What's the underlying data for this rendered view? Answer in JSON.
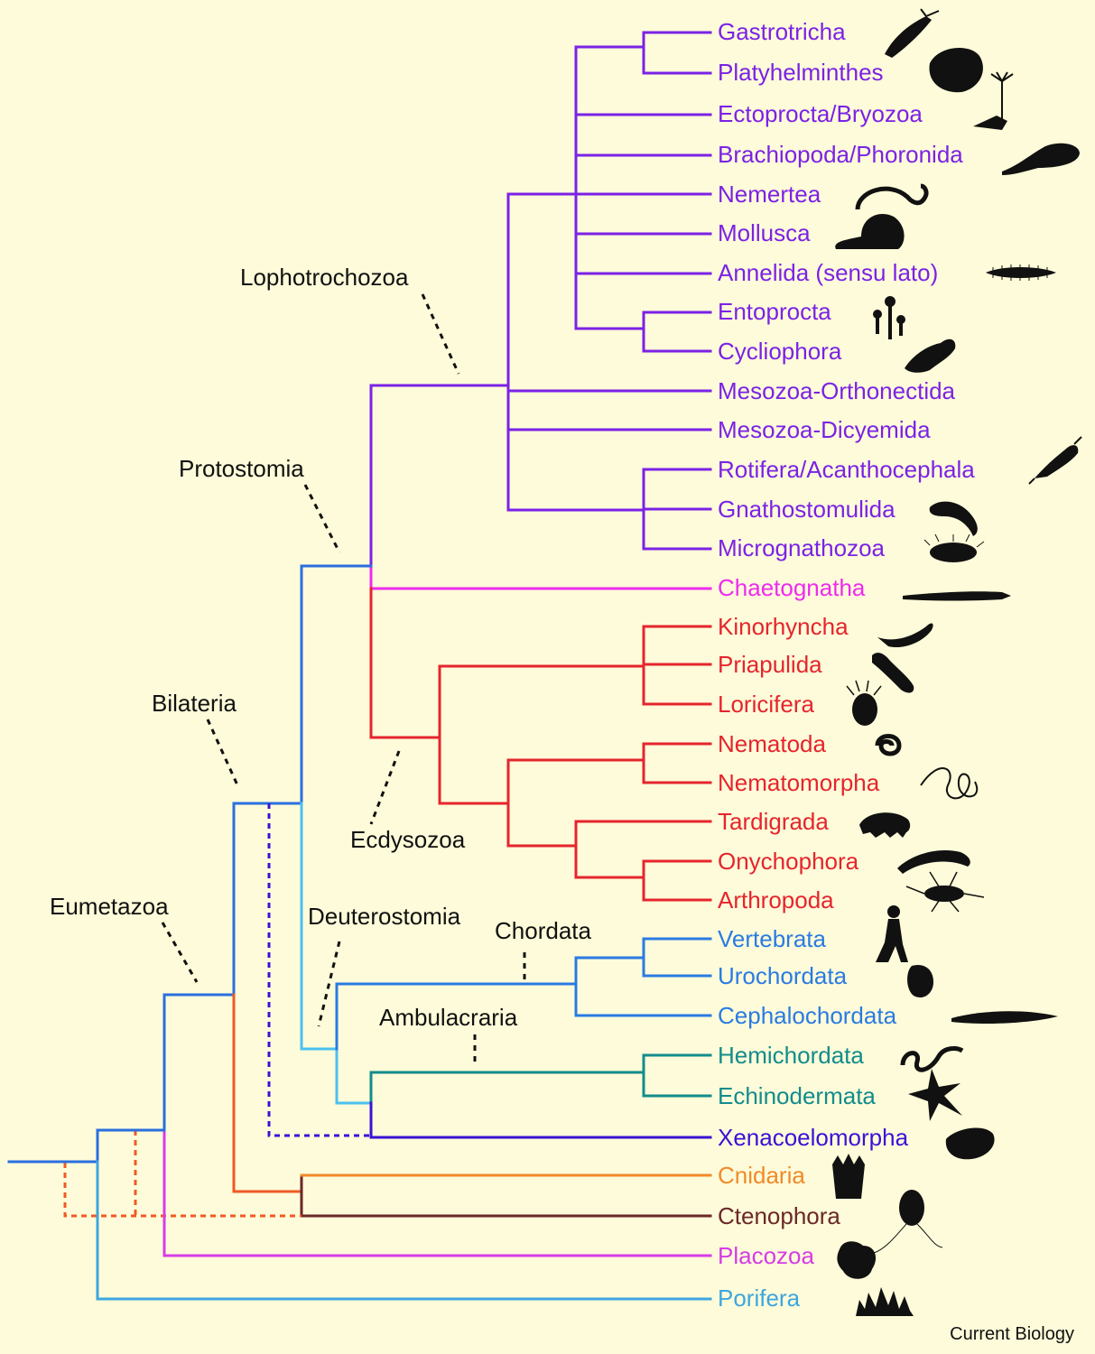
{
  "taxa": [
    {
      "id": "gastrotricha",
      "label": "Gastrotricha",
      "color": "#7b22e6",
      "icon": "gastrotrich-silhouette-icon"
    },
    {
      "id": "platyhelminthes",
      "label": "Platyhelminthes",
      "color": "#7b22e6",
      "icon": "flatworm-silhouette-icon"
    },
    {
      "id": "ectoprocta",
      "label": "Ectoprocta/Bryozoa",
      "color": "#7b22e6",
      "icon": "bryozoan-silhouette-icon"
    },
    {
      "id": "brachiopoda",
      "label": "Brachiopoda/Phoronida",
      "color": "#7b22e6",
      "icon": "brachiopod-silhouette-icon"
    },
    {
      "id": "nemertea",
      "label": "Nemertea",
      "color": "#7b22e6",
      "icon": "ribbon-worm-silhouette-icon"
    },
    {
      "id": "mollusca",
      "label": "Mollusca",
      "color": "#7b22e6",
      "icon": "snail-silhouette-icon"
    },
    {
      "id": "annelida",
      "label": "Annelida (sensu lato)",
      "color": "#7b22e6",
      "icon": "segmented-worm-silhouette-icon"
    },
    {
      "id": "entoprocta",
      "label": "Entoprocta",
      "color": "#7b22e6",
      "icon": "entoproct-silhouette-icon"
    },
    {
      "id": "cycliophora",
      "label": "Cycliophora",
      "color": "#7b22e6",
      "icon": "cycliophoran-silhouette-icon"
    },
    {
      "id": "orthonectida",
      "label": "Mesozoa-Orthonectida",
      "color": "#7b22e6",
      "icon": ""
    },
    {
      "id": "dicyemida",
      "label": "Mesozoa-Dicyemida",
      "color": "#7b22e6",
      "icon": ""
    },
    {
      "id": "rotifera",
      "label": "Rotifera/Acanthocephala",
      "color": "#7b22e6",
      "icon": "rotifer-silhouette-icon"
    },
    {
      "id": "gnathostomulida",
      "label": "Gnathostomulida",
      "color": "#7b22e6",
      "icon": "jaw-worm-silhouette-icon"
    },
    {
      "id": "micrognathozoa",
      "label": "Micrognathozoa",
      "color": "#7b22e6",
      "icon": "micrognathozoan-silhouette-icon"
    },
    {
      "id": "chaetognatha",
      "label": "Chaetognatha",
      "color": "#ee2bee",
      "icon": "arrow-worm-silhouette-icon"
    },
    {
      "id": "kinorhyncha",
      "label": "Kinorhyncha",
      "color": "#e5252d",
      "icon": "kinorhynch-silhouette-icon"
    },
    {
      "id": "priapulida",
      "label": "Priapulida",
      "color": "#e5252d",
      "icon": "priapulid-silhouette-icon"
    },
    {
      "id": "loricifera",
      "label": "Loricifera",
      "color": "#e5252d",
      "icon": "loriciferan-silhouette-icon"
    },
    {
      "id": "nematoda",
      "label": "Nematoda",
      "color": "#e5252d",
      "icon": "coiled-nematode-silhouette-icon"
    },
    {
      "id": "nematomorpha",
      "label": "Nematomorpha",
      "color": "#e5252d",
      "icon": "horsehair-worm-outline-icon"
    },
    {
      "id": "tardigrada",
      "label": "Tardigrada",
      "color": "#e5252d",
      "icon": "tardigrade-silhouette-icon"
    },
    {
      "id": "onychophora",
      "label": "Onychophora",
      "color": "#e5252d",
      "icon": "velvet-worm-silhouette-icon"
    },
    {
      "id": "arthropoda",
      "label": "Arthropoda",
      "color": "#e5252d",
      "icon": "insect-silhouette-icon"
    },
    {
      "id": "vertebrata",
      "label": "Vertebrata",
      "color": "#2a7be2",
      "icon": "human-walking-silhouette-icon"
    },
    {
      "id": "urochordata",
      "label": "Urochordata",
      "color": "#2a7be2",
      "icon": "tunicate-silhouette-icon"
    },
    {
      "id": "cephalochordata",
      "label": "Cephalochordata",
      "color": "#2a7be2",
      "icon": "lancelet-silhouette-icon"
    },
    {
      "id": "hemichordata",
      "label": "Hemichordata",
      "color": "#138c8c",
      "icon": "acorn-worm-silhouette-icon"
    },
    {
      "id": "echinodermata",
      "label": "Echinodermata",
      "color": "#138c8c",
      "icon": "starfish-silhouette-icon"
    },
    {
      "id": "xenacoelomorpha",
      "label": "Xenacoelomorpha",
      "color": "#3a12d6",
      "icon": "acoel-silhouette-icon"
    },
    {
      "id": "cnidaria",
      "label": "Cnidaria",
      "color": "#f08a2a",
      "icon": "sea-anemone-silhouette-icon"
    },
    {
      "id": "ctenophora",
      "label": "Ctenophora",
      "color": "#6b2828",
      "icon": "comb-jelly-silhouette-icon"
    },
    {
      "id": "placozoa",
      "label": "Placozoa",
      "color": "#d63ce6",
      "icon": "placozoan-silhouette-icon"
    },
    {
      "id": "porifera",
      "label": "Porifera",
      "color": "#3da6e0",
      "icon": "sponge-silhouette-icon"
    }
  ],
  "clades": [
    {
      "id": "lophotrochozoa",
      "label": "Lophotrochozoa"
    },
    {
      "id": "protostomia",
      "label": "Protostomia"
    },
    {
      "id": "bilateria",
      "label": "Bilateria"
    },
    {
      "id": "ecdysozoa",
      "label": "Ecdysozoa"
    },
    {
      "id": "eumetazoa",
      "label": "Eumetazoa"
    },
    {
      "id": "deuterostomia",
      "label": "Deuterostomia"
    },
    {
      "id": "chordata",
      "label": "Chordata"
    },
    {
      "id": "ambulacraria",
      "label": "Ambulacraria"
    }
  ],
  "branch_colors": {
    "root": "#2a6fe0",
    "lophotrochozoa": "#7b22e6",
    "chaetognatha": "#ee2bee",
    "ecdysozoa": "#e5252d",
    "chordata": "#2a7be2",
    "deuterostomia": "#4cc0f0",
    "ambulacraria": "#138c8c",
    "xenacoelomorpha": "#3a12d6",
    "cnidaria": "#f08a2a",
    "ctenophora": "#6b2828",
    "ctenophore_alt": "#f05a24",
    "placozoa": "#d63ce6",
    "porifera": "#3da6e0"
  },
  "credit": "Current Biology"
}
